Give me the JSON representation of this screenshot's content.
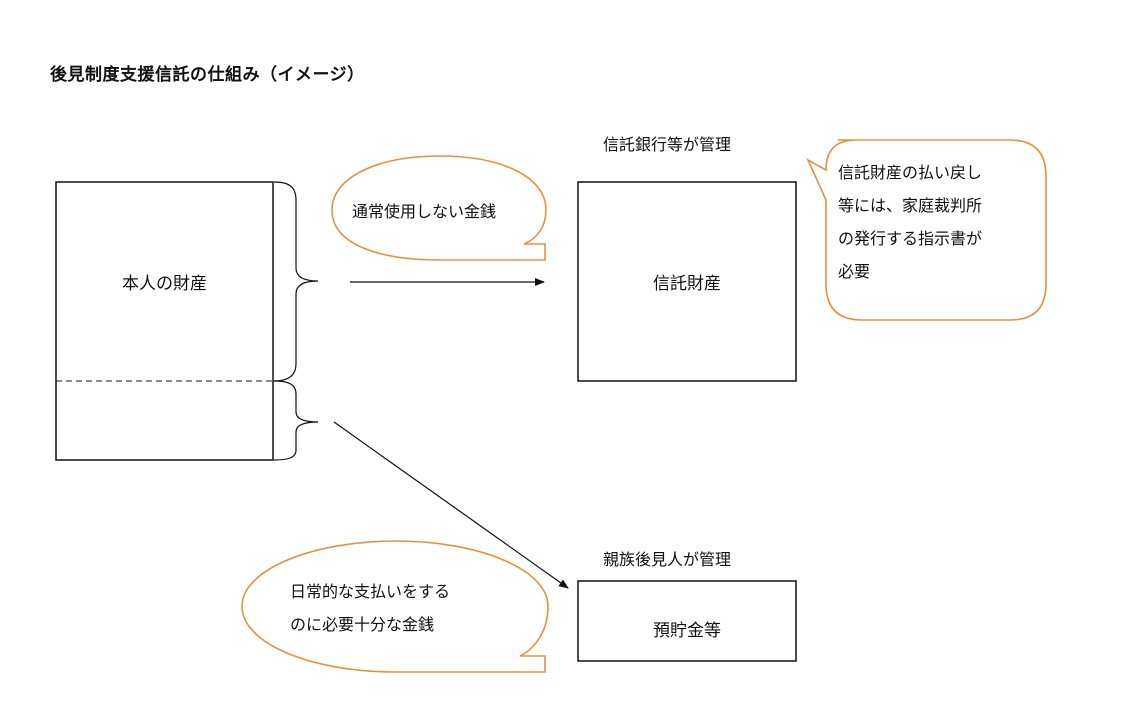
{
  "title": "後見制度支援信託の仕組み（イメージ）",
  "own_property": "本人の財産",
  "trust": {
    "manager": "信託銀行等が管理",
    "box": "信託財産",
    "bubble": "通常使用しない金銭",
    "note": [
      "信託財産の払い戻し",
      "等には、家庭裁判所",
      "の発行する指示書が",
      "必要"
    ]
  },
  "deposit": {
    "manager": "親族後見人が管理",
    "box": "預貯金等",
    "bubble": [
      "日常的な支払いをする",
      "のに必要十分な金銭"
    ]
  },
  "colors": {
    "bubble_stroke": "#E8903F",
    "line": "#111111"
  }
}
